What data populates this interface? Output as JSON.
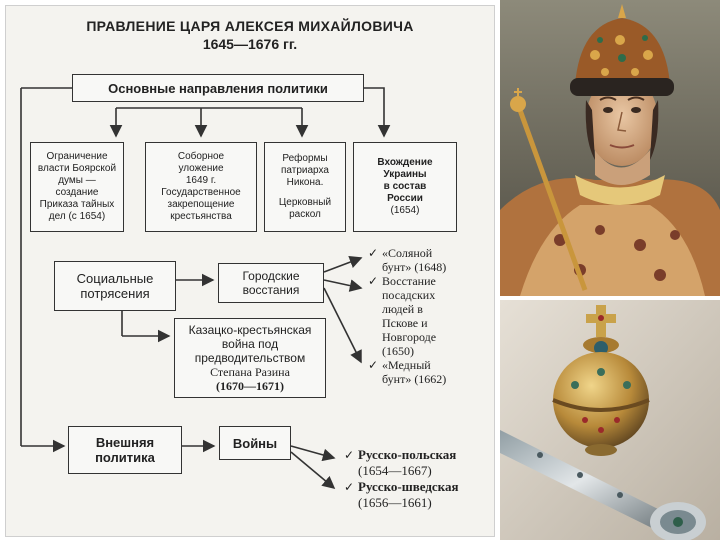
{
  "diagram": {
    "title_line1": "ПРАВЛЕНИЕ ЦАРЯ АЛЕКСЕЯ МИХАЙЛОВИЧА",
    "title_line2": "1645—1676 гг.",
    "main_box": "Основные направления политики",
    "directions": [
      {
        "lines": [
          "Ограничение",
          "власти Боярской",
          "думы —",
          "создание",
          "Приказа тайных",
          "дел (с 1654)"
        ]
      },
      {
        "lines": [
          "Соборное",
          "уложение",
          "1649 г.",
          "Государственное",
          "закрепощение",
          "крестьянства"
        ]
      },
      {
        "lines": [
          "Реформы",
          "патриарха",
          "Никона.",
          "",
          "Церковный",
          "раскол"
        ]
      },
      {
        "lines": [
          "Вхождение",
          "Украины",
          "в состав",
          "России",
          "(1654)"
        ]
      }
    ],
    "social_box": [
      "Социальные",
      "потрясения"
    ],
    "urban_box": [
      "Городские",
      "восстания"
    ],
    "razin_box": [
      "Казацко-крестьянская",
      "война под",
      "предводительством",
      "Степана Разина",
      "(1670—1671)"
    ],
    "foreign_box": [
      "Внешняя",
      "политика"
    ],
    "wars_box": "Войны",
    "uprisings": [
      {
        "lines": [
          "«Соляной",
          "бунт» (1648)"
        ]
      },
      {
        "lines": [
          "Восстание",
          "посадских",
          "людей в",
          "Пскове и",
          "Новгороде",
          "(1650)"
        ]
      },
      {
        "lines": [
          "«Медный",
          "бунт» (1662)"
        ]
      }
    ],
    "wars": [
      {
        "lines": [
          "Русско-польская",
          "(1654—1667)"
        ]
      },
      {
        "lines": [
          "Русско-шведская",
          "(1656—1661)"
        ]
      }
    ],
    "check_mark": "✓"
  },
  "images": {
    "portrait": "portrait-of-tsar",
    "regalia": "orb-and-scepter"
  }
}
